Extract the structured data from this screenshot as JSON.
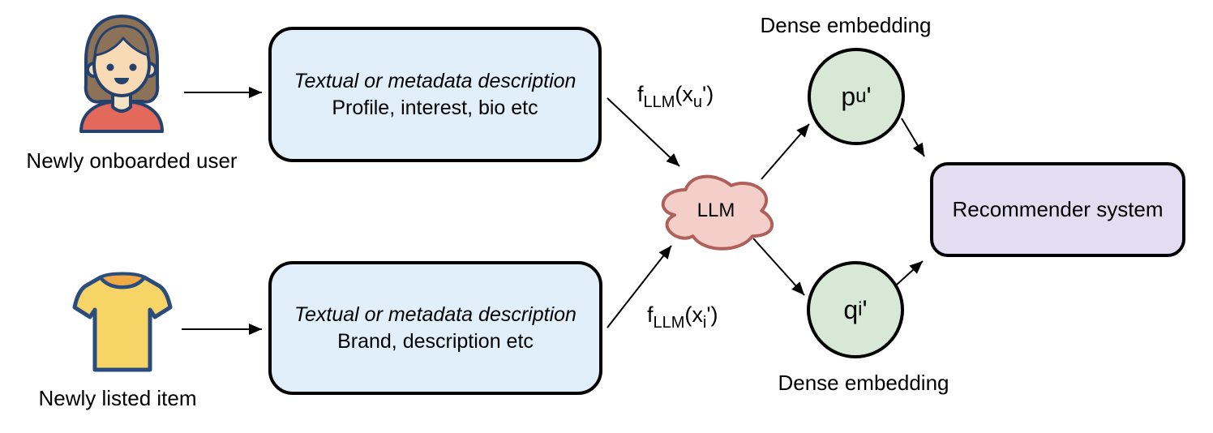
{
  "actors": {
    "user": {
      "label": "Newly onboarded user",
      "icon": "woman-avatar-icon"
    },
    "item": {
      "label": "Newly listed item",
      "icon": "tshirt-icon"
    }
  },
  "description_boxes": {
    "user": {
      "title": "Textual or metadata description",
      "subtitle": "Profile, interest, bio etc"
    },
    "item": {
      "title": "Textual or metadata description",
      "subtitle": "Brand, description etc"
    }
  },
  "formulas": {
    "user": {
      "f": "f",
      "fsub": "LLM",
      "open": "(x",
      "argsub": "u",
      "close": "')"
    },
    "item": {
      "f": "f",
      "fsub": "LLM",
      "open": "(x",
      "argsub": "i",
      "close": "')"
    }
  },
  "llm": {
    "label": "LLM"
  },
  "embedding_nodes": {
    "user": {
      "base": "p",
      "sub": "u",
      "prime": "'",
      "caption": "Dense embedding"
    },
    "item": {
      "base": "q",
      "sub": "i",
      "prime": "'",
      "caption": "Dense embedding"
    }
  },
  "recommender": {
    "label": "Recommender system"
  },
  "colors": {
    "description_box_fill": "#e1effb",
    "cloud_fill": "#f4cfca",
    "cloud_stroke": "#b0605a",
    "embedding_node_fill": "#d7e9d6",
    "recommender_fill": "#e3ddf1",
    "outline": "#000000",
    "icon_outline": "#25416e",
    "avatar_hair": "#8c7257",
    "avatar_skin": "#f8dab4",
    "avatar_shirt": "#e2695b",
    "tshirt_body": "#f6d466",
    "tshirt_collar": "#efa945"
  }
}
